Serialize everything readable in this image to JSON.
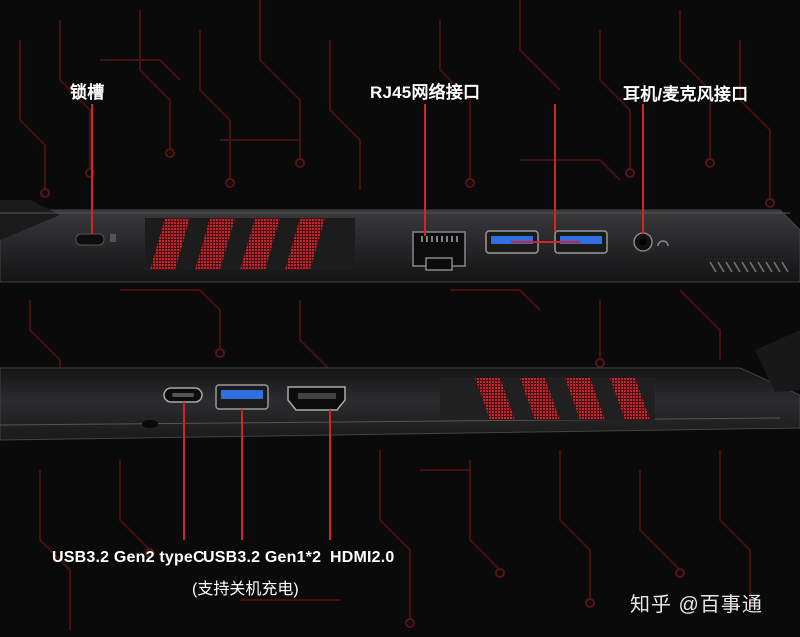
{
  "labels": {
    "lock_slot": "锁槽",
    "rj45": "RJ45网络接口",
    "headphone": "耳机/麦克风接口",
    "usb_c": "USB3.2 Gen2 typeC",
    "usb_a": "USB3.2 Gen1*2",
    "usb_a_note": "(支持关机充电)",
    "hdmi": "HDMI2.0"
  },
  "watermark": "知乎 @百事通",
  "colors": {
    "background": "#0a0a0a",
    "circuit": "#5a1414",
    "accent_line": "#d0262a",
    "vent": "#b3202a",
    "usb_blue": "#2f6fe0",
    "chassis": "#2a2a2c"
  }
}
